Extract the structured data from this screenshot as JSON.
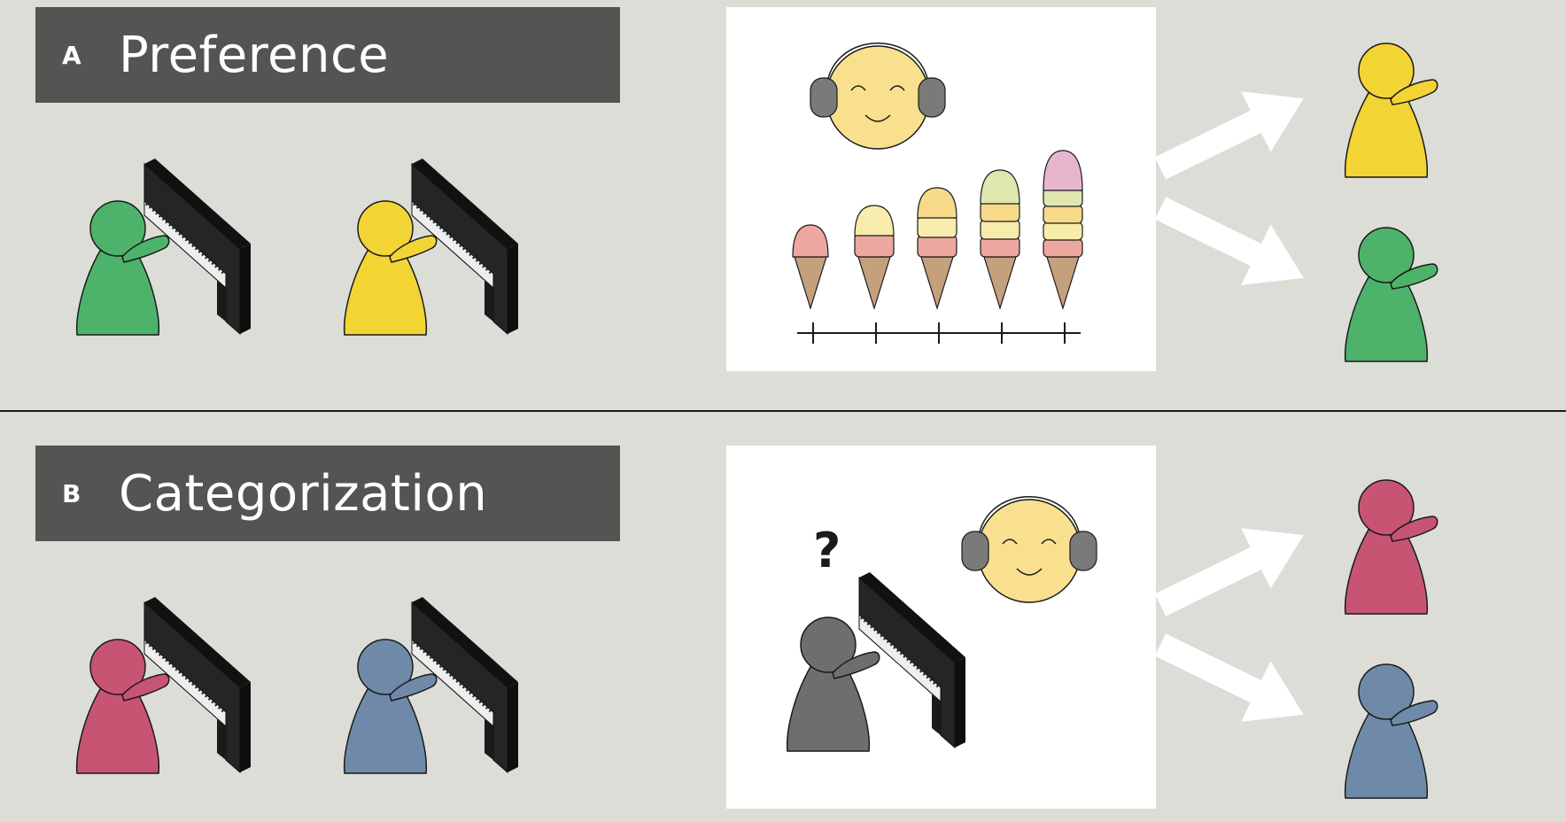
{
  "panels": [
    {
      "letter": "A",
      "title": "Preference",
      "colors": {
        "left": "#4db36a",
        "right": "#f3d435"
      }
    },
    {
      "letter": "B",
      "title": "Categorization",
      "colors": {
        "left": "#c85473",
        "right": "#6e8aa8"
      }
    }
  ],
  "question_mark": "?",
  "colors": {
    "background": "#dcddd6",
    "label_bar": "#545553",
    "piano": "#252525",
    "face": "#f9e08f",
    "headphone": "#7a7a7a",
    "neutral_pawn": "#6e6e6e",
    "arrow": "#ffffff",
    "cone": "#c4a07d",
    "scoops": [
      "#eea6a0",
      "#f8ecac",
      "#f7d98a",
      "#dfe6ae",
      "#e8b6cc"
    ]
  },
  "icons": [
    "pawn-icon",
    "piano-icon",
    "listener-face-icon",
    "ice-cream-icon",
    "rating-scale-icon",
    "arrow-icon"
  ]
}
